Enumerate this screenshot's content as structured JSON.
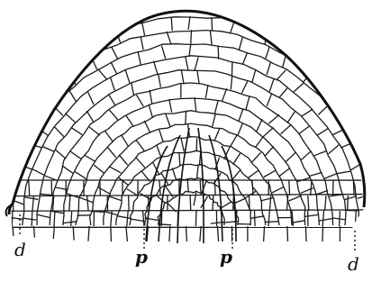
{
  "figure": {
    "labels": {
      "dermatogen_left": "d",
      "periblem_left": "p",
      "periblem_right": "p",
      "dermatogen_right": "d"
    }
  }
}
